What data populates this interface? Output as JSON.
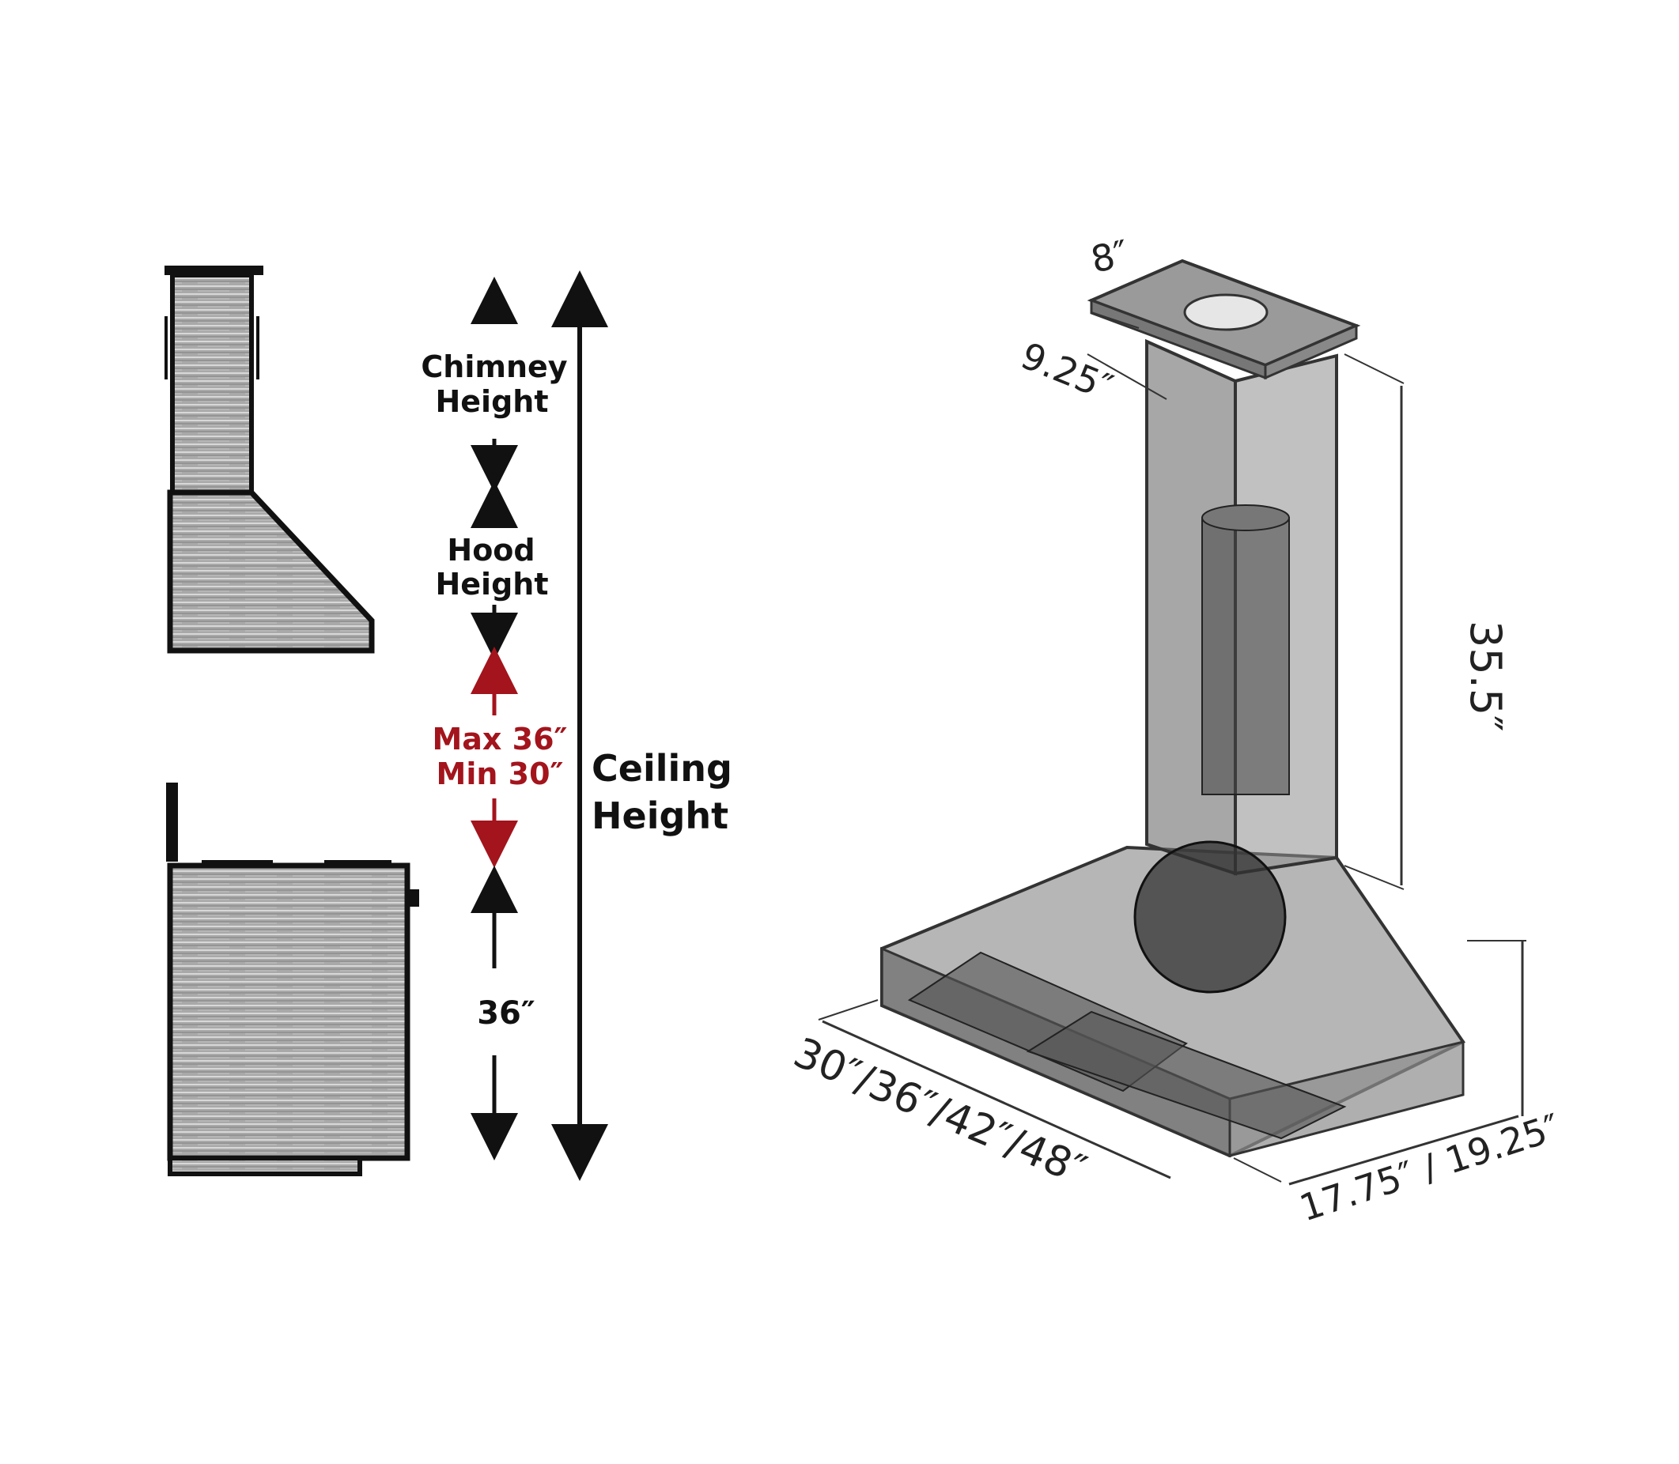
{
  "side_view": {
    "chimney_label": [
      "Chimney",
      "Height"
    ],
    "hood_label": [
      "Hood",
      "Height"
    ],
    "clearance_label": [
      "Max 36″",
      "Min 30″"
    ],
    "ceiling_label": [
      "Ceiling",
      "Height"
    ],
    "counter_label": "36″"
  },
  "iso_view": {
    "top_width": "8″",
    "top_depth": "9.25″",
    "chimney_height": "35.5″",
    "hood_width": "30″/36″/42″/48″",
    "hood_depth": "17.75″ / 19.25″"
  },
  "colors": {
    "accent_red": "#a3141c",
    "ink": "#111111",
    "steel": "#8a8a8a"
  }
}
